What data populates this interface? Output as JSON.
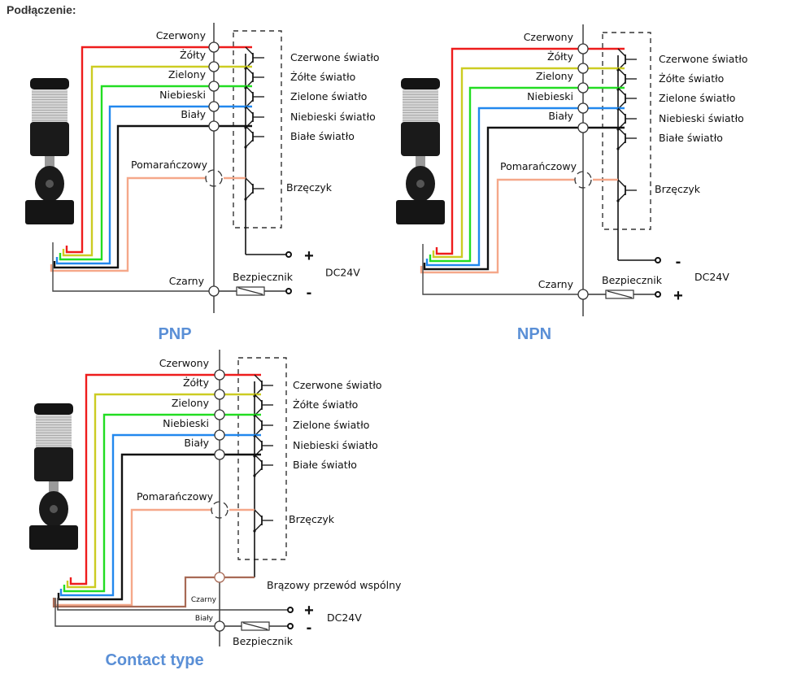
{
  "page": {
    "title": "Podłączenie:"
  },
  "colors": {
    "section_title": "#5a8fd6",
    "red": "#ee1c1c",
    "yellow": "#cccc22",
    "green": "#22dd22",
    "blue": "#2288ee",
    "black": "#111111",
    "orange": "#f5a88a",
    "brown": "#a86a55",
    "gray": "#444444"
  },
  "diagrams": [
    {
      "id": "pnp",
      "title": "PNP",
      "wires": [
        {
          "color_key": "red",
          "label": "Czerwony",
          "output": "Czerwone światło"
        },
        {
          "color_key": "yellow",
          "label": "Żółty",
          "output": "Żółte światło"
        },
        {
          "color_key": "green",
          "label": "Zielony",
          "output": "Zielone światło"
        },
        {
          "color_key": "blue",
          "label": "Niebieski",
          "output": "Niebieski światło"
        },
        {
          "color_key": "black",
          "label": "Biały",
          "output": "Białe światło"
        }
      ],
      "buzzer": {
        "wire_label": "Pomarańczowy",
        "output": "Brzęczyk"
      },
      "ground_label": "Czarny",
      "fuse_label": "Bezpiecznik",
      "supply": {
        "label": "DC24V",
        "upper_sign": "+",
        "lower_sign": "-"
      }
    },
    {
      "id": "npn",
      "title": "NPN",
      "wires": [
        {
          "color_key": "red",
          "label": "Czerwony",
          "output": "Czerwone światło"
        },
        {
          "color_key": "yellow",
          "label": "Żółty",
          "output": "Żółte światło"
        },
        {
          "color_key": "green",
          "label": "Zielony",
          "output": "Zielone światło"
        },
        {
          "color_key": "blue",
          "label": "Niebieski",
          "output": "Niebieski światło"
        },
        {
          "color_key": "black",
          "label": "Biały",
          "output": "Białe światło"
        }
      ],
      "buzzer": {
        "wire_label": "Pomarańczowy",
        "output": "Brzęczyk"
      },
      "ground_label": "Czarny",
      "fuse_label": "Bezpiecznik",
      "supply": {
        "label": "DC24V",
        "upper_sign": "-",
        "lower_sign": "+"
      }
    },
    {
      "id": "contact",
      "title": "Contact type",
      "wires": [
        {
          "color_key": "red",
          "label": "Czerwony",
          "output": "Czerwone światło"
        },
        {
          "color_key": "yellow",
          "label": "Żółty",
          "output": "Żółte światło"
        },
        {
          "color_key": "green",
          "label": "Zielony",
          "output": "Zielone światło"
        },
        {
          "color_key": "blue",
          "label": "Niebieski",
          "output": "Niebieski światło"
        },
        {
          "color_key": "black",
          "label": "Biały",
          "output": "Białe światło"
        }
      ],
      "buzzer": {
        "wire_label": "Pomarańczowy",
        "output": "Brzęczyk"
      },
      "common_label": "Brązowy przewód wspólny",
      "black_label": "Czarny",
      "white_label": "Biały",
      "fuse_label": "Bezpiecznik",
      "supply": {
        "label": "DC24V",
        "upper_sign": "+",
        "lower_sign": "-"
      }
    }
  ]
}
